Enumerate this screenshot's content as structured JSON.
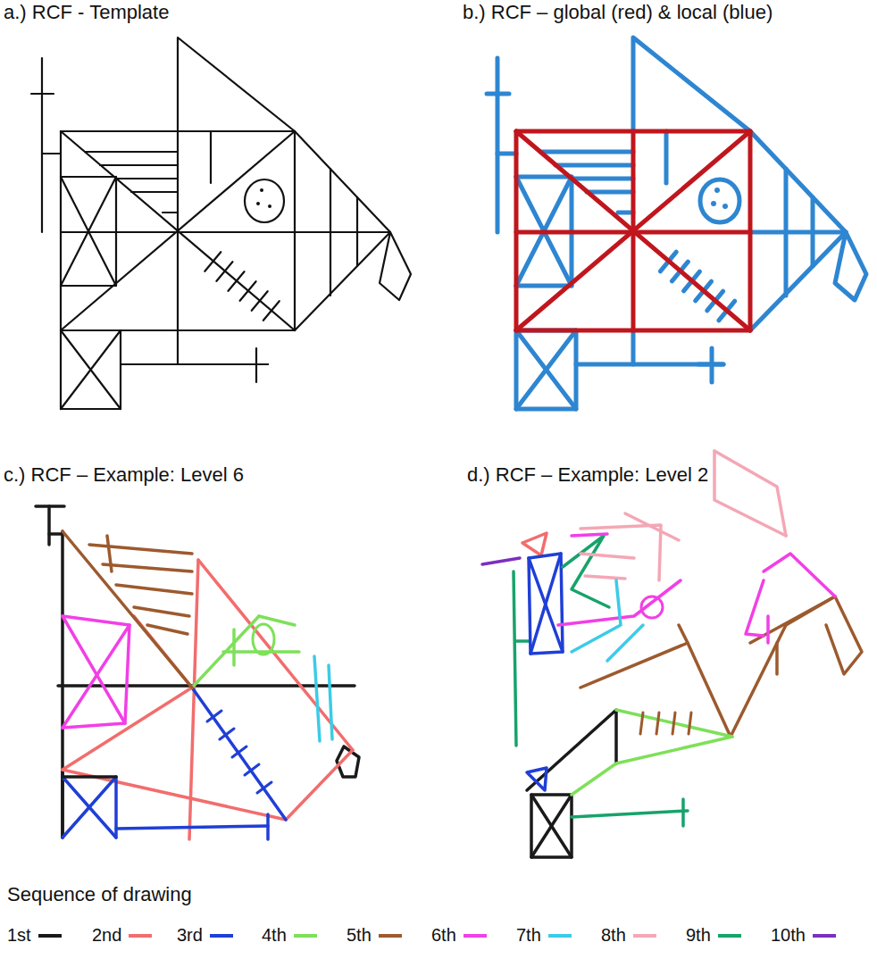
{
  "diagram": {
    "labels": [
      "a.) RCF - Template",
      "b.) RCF – global (red) & local (blue)",
      "c.) RCF – Example: Level 6",
      "d.) RCF – Example: Level 2",
      "Sequence of drawing"
    ],
    "legend": [
      {
        "text": "1st",
        "color": "#1a1a1a"
      },
      {
        "text": "2nd",
        "color": "#f26d6d"
      },
      {
        "text": "3rd",
        "color": "#1f3fd6"
      },
      {
        "text": "4th",
        "color": "#7ee05a"
      },
      {
        "text": "5th",
        "color": "#9c5a2e"
      },
      {
        "text": "6th",
        "color": "#f23fe6"
      },
      {
        "text": "7th",
        "color": "#3ccbe8"
      },
      {
        "text": "8th",
        "color": "#f4a7b5"
      },
      {
        "text": "9th",
        "color": "#17a36b"
      },
      {
        "text": "10th",
        "color": "#7b2fbf"
      }
    ]
  }
}
